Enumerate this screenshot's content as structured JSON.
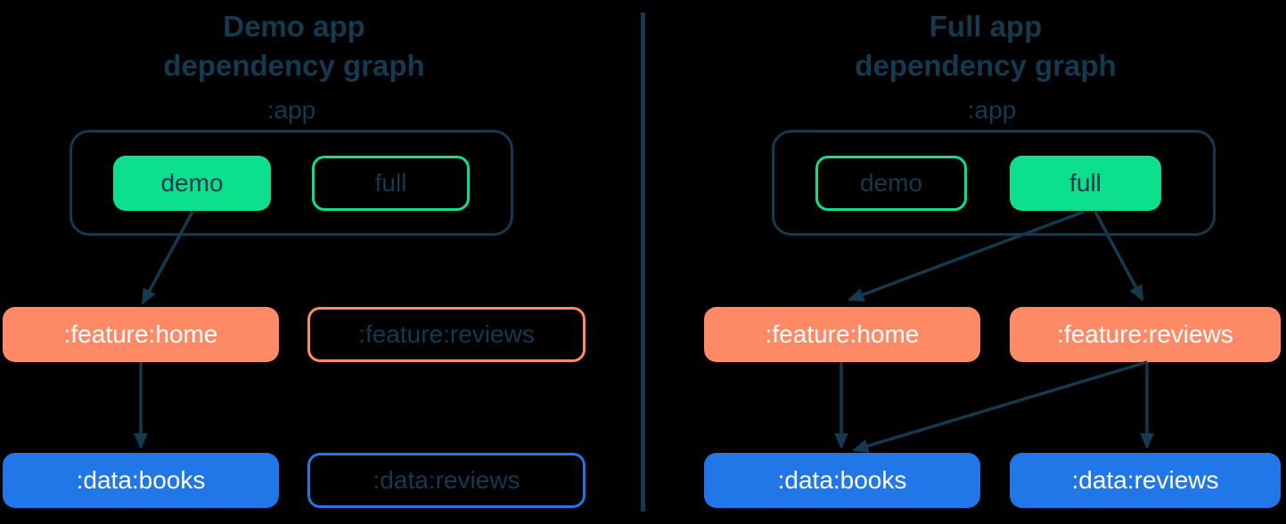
{
  "colors": {
    "background": "#000000",
    "navy": "#15394E",
    "green": "#0CE08C",
    "orange": "#FF8A65",
    "blue": "#2176E8",
    "white": "#FFFFFF"
  },
  "panels": [
    {
      "title_line1": "Demo app",
      "title_line2": "dependency graph",
      "app_label": ":app",
      "nodes": {
        "demo": {
          "label": "demo",
          "included": true
        },
        "full": {
          "label": "full",
          "included": false
        },
        "feature_home": {
          "label": ":feature:home",
          "included": true
        },
        "feature_reviews": {
          "label": ":feature:reviews",
          "included": false
        },
        "data_books": {
          "label": ":data:books",
          "included": true
        },
        "data_reviews": {
          "label": ":data:reviews",
          "included": false
        }
      },
      "edges": [
        {
          "from": "demo",
          "to": ":feature:home"
        },
        {
          "from": ":feature:home",
          "to": ":data:books"
        }
      ]
    },
    {
      "title_line1": "Full app",
      "title_line2": "dependency graph",
      "app_label": ":app",
      "nodes": {
        "demo": {
          "label": "demo",
          "included": false
        },
        "full": {
          "label": "full",
          "included": true
        },
        "feature_home": {
          "label": ":feature:home",
          "included": true
        },
        "feature_reviews": {
          "label": ":feature:reviews",
          "included": true
        },
        "data_books": {
          "label": ":data:books",
          "included": true
        },
        "data_reviews": {
          "label": ":data:reviews",
          "included": true
        }
      },
      "edges": [
        {
          "from": "full",
          "to": ":feature:home"
        },
        {
          "from": "full",
          "to": ":feature:reviews"
        },
        {
          "from": ":feature:home",
          "to": ":data:books"
        },
        {
          "from": ":feature:reviews",
          "to": ":data:books"
        },
        {
          "from": ":feature:reviews",
          "to": ":data:reviews"
        }
      ]
    }
  ]
}
